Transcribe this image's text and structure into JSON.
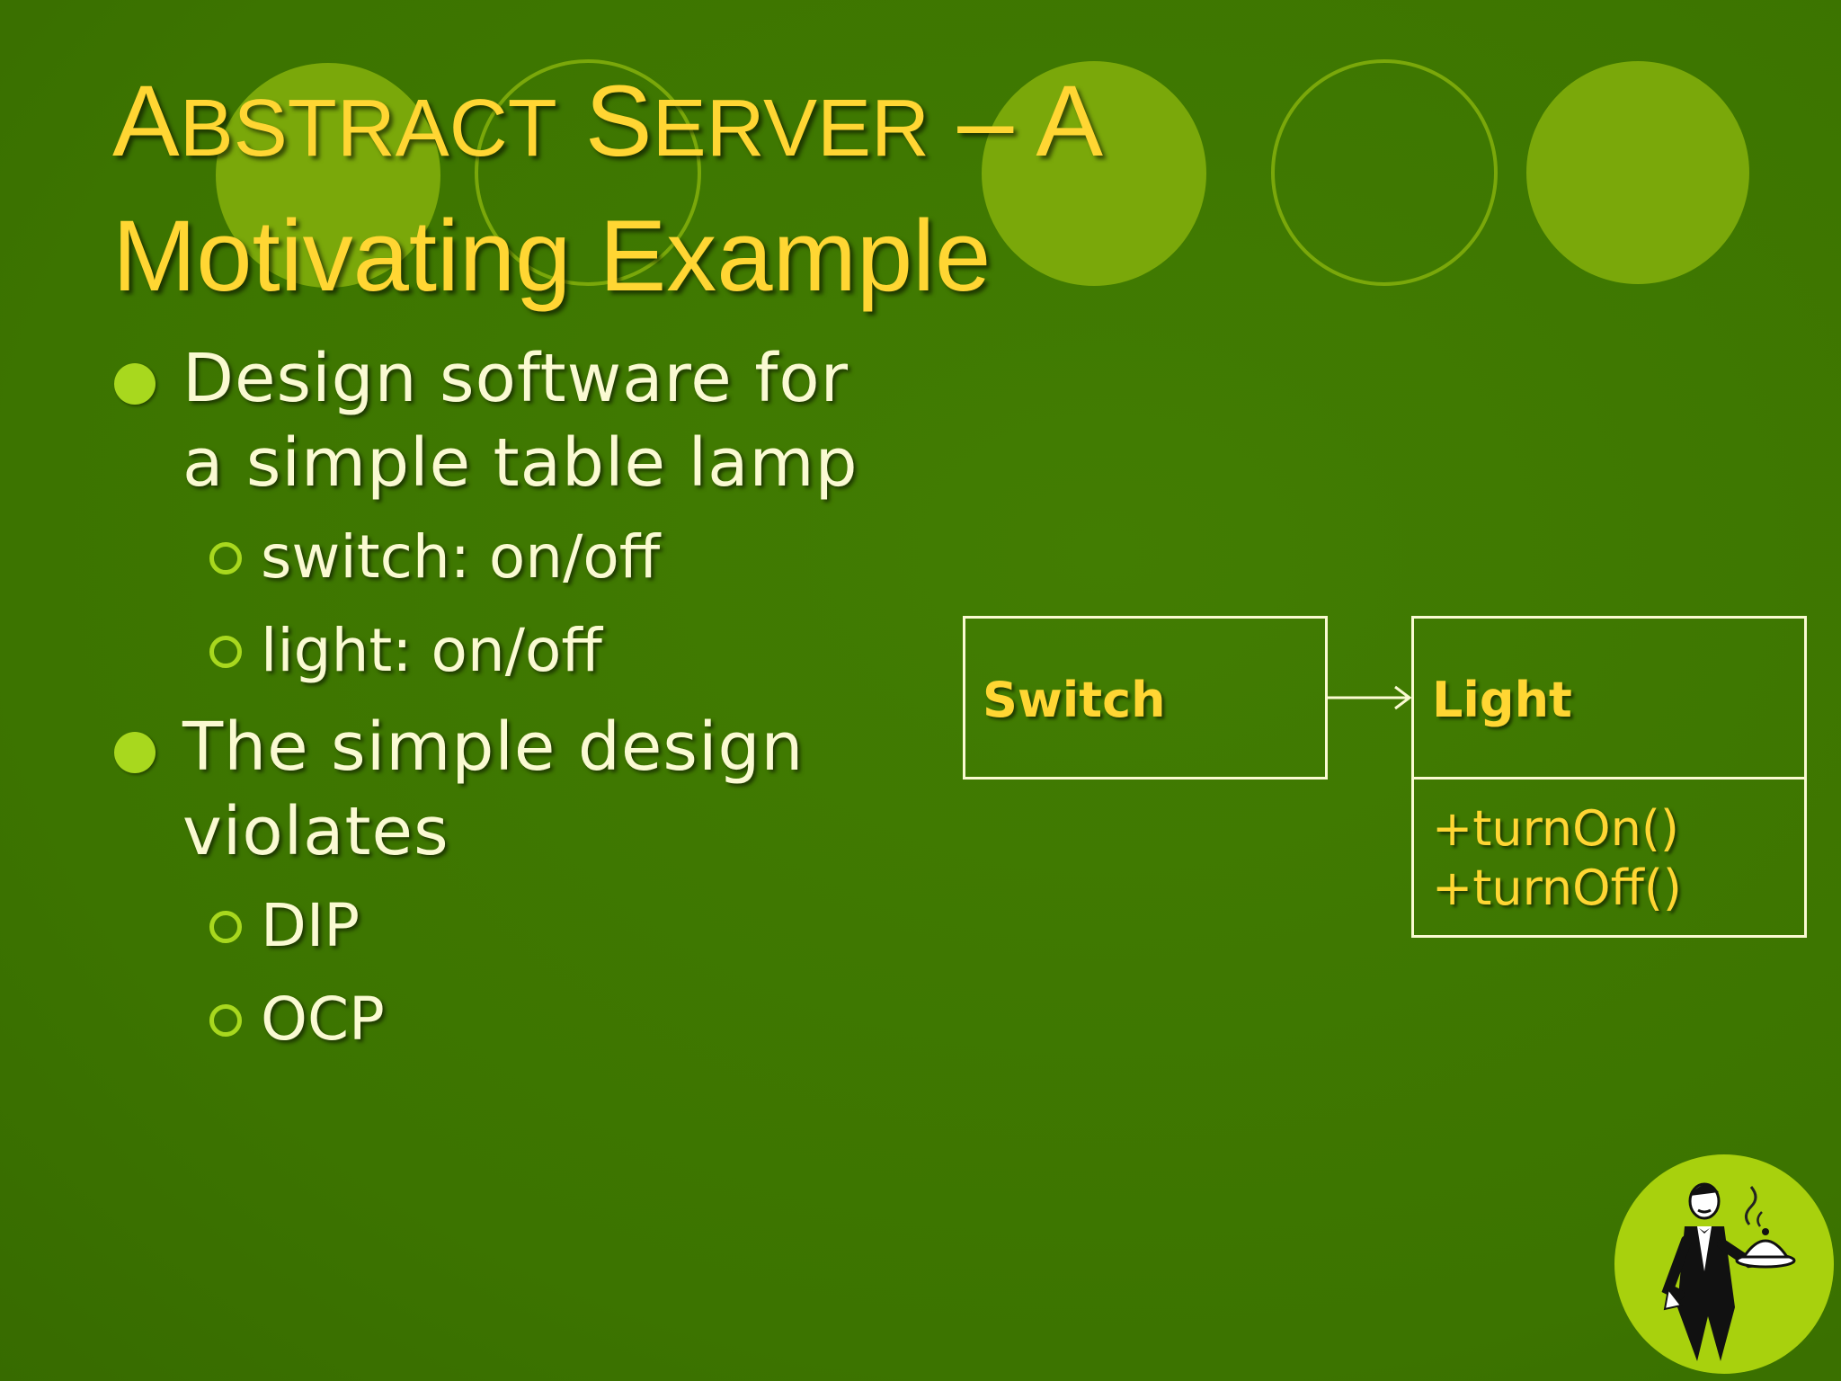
{
  "slide": {
    "title_line1": {
      "cap1": "A",
      "rest1": "BSTRACT",
      "cap2": "S",
      "rest2": "ERVER",
      "tail": "– A"
    },
    "title_line2": "Motivating Example",
    "bullets": [
      {
        "text_line1": "Design software for",
        "text_line2": "a simple table lamp",
        "sub": [
          "switch: on/off",
          "light: on/off"
        ]
      },
      {
        "text_line1": "The simple design",
        "text_line2": "violates",
        "sub": [
          "DIP",
          "OCP"
        ]
      }
    ]
  },
  "diagram": {
    "switch_class": {
      "name": "Switch"
    },
    "light_class": {
      "name": "Light",
      "operations": [
        "+turnOn()",
        "+turnOff()"
      ]
    }
  },
  "colors": {
    "background": "#3e7700",
    "title": "#ffd633",
    "body_text": "#fafad2",
    "bullet": "#a8d81e",
    "decor_circles": "#7aa80a"
  },
  "icons": {
    "bullet_level1": "filled-circle",
    "bullet_level2": "hollow-circle",
    "mascot": "waiter-with-tray"
  }
}
